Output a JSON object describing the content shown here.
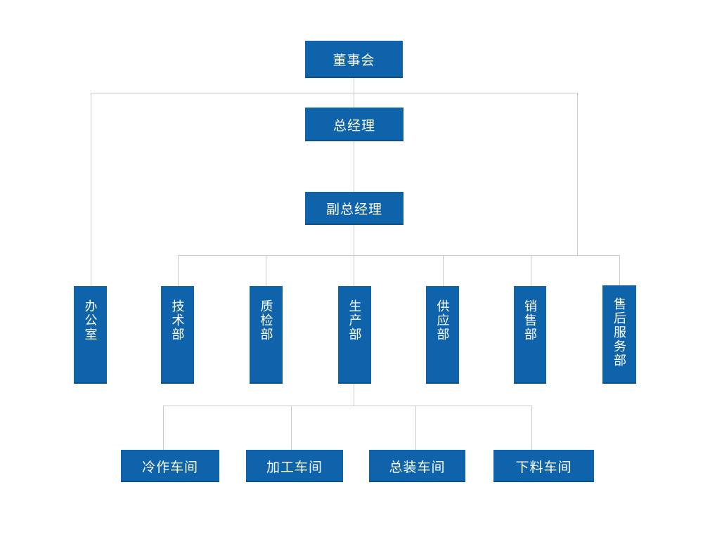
{
  "org_chart": {
    "colors": {
      "box_fill": "#0e63ab",
      "box_text": "#ffffff",
      "connector_line": "#cbcbcb",
      "background": "#ffffff"
    },
    "nodes": {
      "board": {
        "label": "董事会"
      },
      "general_manager": {
        "label": "总经理"
      },
      "deputy_general_manager": {
        "label": "副总经理"
      },
      "office": {
        "label": "办公室"
      },
      "technology_dept": {
        "label": "技术部"
      },
      "quality_inspection_dept": {
        "label": "质检部"
      },
      "production_dept": {
        "label": "生产部"
      },
      "supply_dept": {
        "label": "供应部"
      },
      "sales_dept": {
        "label": "销售部"
      },
      "after_sales_service_dept": {
        "label": "售后服务部"
      },
      "cold_work_workshop": {
        "label": "冷作车间"
      },
      "processing_workshop": {
        "label": "加工车间"
      },
      "final_assembly_workshop": {
        "label": "总装车间"
      },
      "blanking_workshop": {
        "label": "下料车间"
      }
    },
    "hierarchy": [
      {
        "parent": "董事会",
        "children": [
          "总经理",
          "办公室"
        ]
      },
      {
        "parent": "总经理",
        "children": [
          "副总经理"
        ]
      },
      {
        "parent": "副总经理",
        "children": [
          "技术部",
          "质检部",
          "生产部",
          "供应部",
          "销售部",
          "售后服务部"
        ]
      },
      {
        "parent": "生产部",
        "children": [
          "冷作车间",
          "加工车间",
          "总装车间",
          "下料车间"
        ]
      }
    ]
  }
}
